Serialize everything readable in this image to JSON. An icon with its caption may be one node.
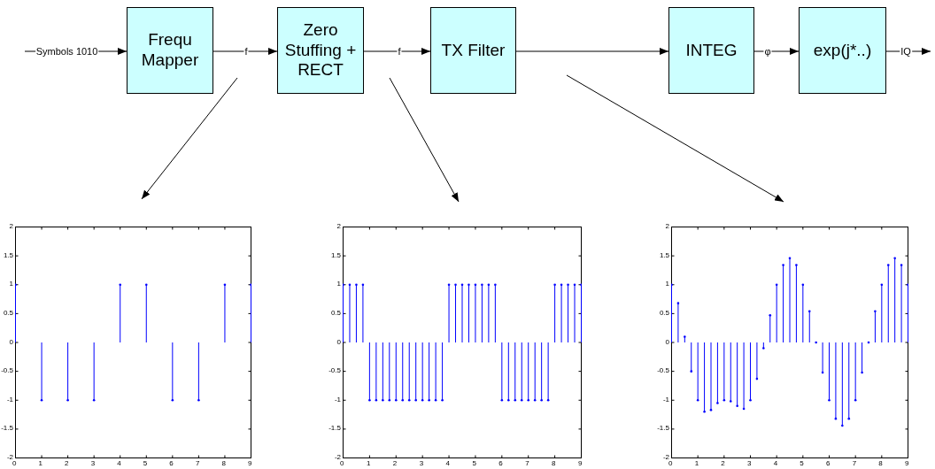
{
  "diagram": {
    "nodes": [
      {
        "text": [
          "Frequ Mapper"
        ]
      },
      {
        "text": [
          "Zero Stuffing + RECT"
        ]
      },
      {
        "text": [
          "TX Filter"
        ]
      },
      {
        "text": [
          "INTEG"
        ]
      },
      {
        "text": [
          "exp(j*..)"
        ]
      },
      {
        "text": [],
        "shape": "picture",
        "beside": [
          "2",
          "1.5",
          "1",
          "0.5",
          "0",
          "-0.5",
          "-1",
          "-1.5",
          "-2",
          "0",
          "1",
          "2",
          "3",
          "4",
          "5",
          "6",
          "7",
          "8",
          "9"
        ]
      },
      {
        "text": [],
        "shape": "picture",
        "beside": [
          "2",
          "1.5",
          "1",
          "0.5",
          "0",
          "-0.5",
          "-1",
          "-1.5",
          "-2",
          "0",
          "1",
          "2",
          "3",
          "4",
          "5",
          "6",
          "7",
          "8",
          "9"
        ]
      },
      {
        "text": [],
        "shape": "picture",
        "beside": [
          "2",
          "1.5",
          "1",
          "0.5",
          "0",
          "-0.5",
          "-1",
          "-1.5",
          "-2",
          "0",
          "1",
          "2",
          "3",
          "4",
          "5",
          "6",
          "7",
          "8",
          "9"
        ]
      }
    ],
    "edges": [
      {
        "from": null,
        "to": 0,
        "arrow": "to",
        "label": "Symbols 1010"
      },
      {
        "from": 0,
        "to": 1,
        "arrow": "to",
        "label": "f"
      },
      {
        "from": 1,
        "to": 2,
        "arrow": "to",
        "label": "f"
      },
      {
        "from": 2,
        "to": 3,
        "arrow": "to"
      },
      {
        "from": 3,
        "to": 4,
        "arrow": "to",
        "label": "φ"
      },
      {
        "from": 4,
        "to": null,
        "arrow": "to",
        "label": "IQ"
      },
      {
        "from": null,
        "to": 5,
        "arrow": "to"
      },
      {
        "from": null,
        "to": 6,
        "arrow": "to"
      },
      {
        "from": null,
        "to": 7,
        "arrow": "to"
      }
    ]
  }
}
